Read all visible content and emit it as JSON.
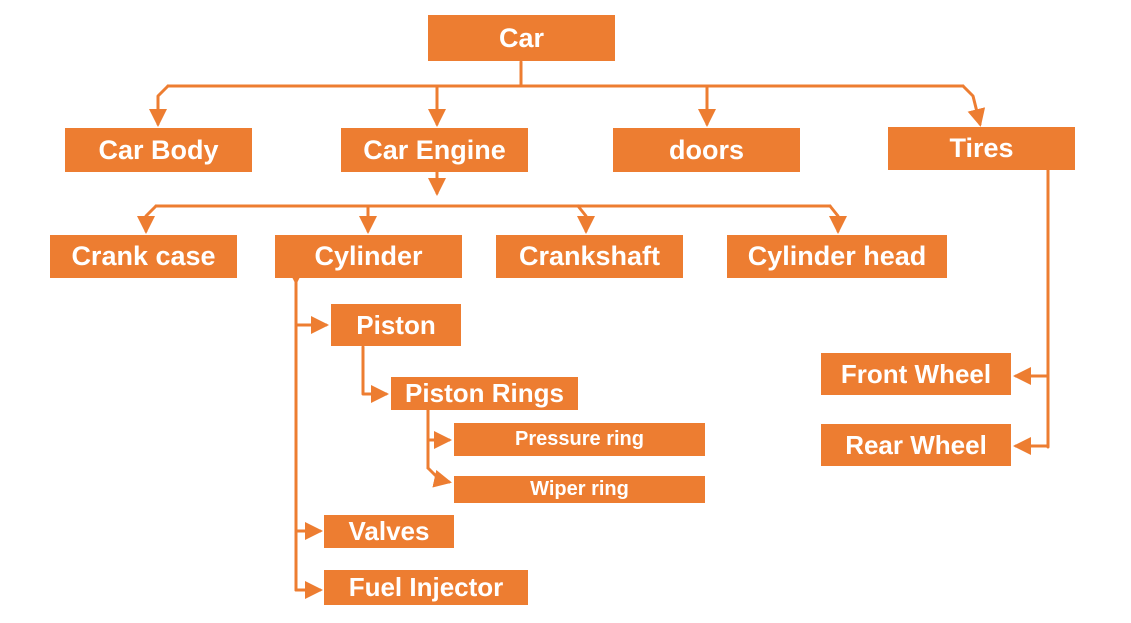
{
  "diagram": {
    "nodes": {
      "car": "Car",
      "car_body": "Car Body",
      "car_engine": "Car Engine",
      "doors": "doors",
      "tires": "Tires",
      "crank_case": "Crank case",
      "cylinder": "Cylinder",
      "crankshaft": "Crankshaft",
      "cylinder_head": "Cylinder head",
      "piston": "Piston",
      "piston_rings": "Piston Rings",
      "pressure_ring": "Pressure ring",
      "wiper_ring": "Wiper ring",
      "valves": "Valves",
      "fuel_injector": "Fuel Injector",
      "front_wheel": "Front Wheel",
      "rear_wheel": "Rear Wheel"
    },
    "edges": [
      [
        "car",
        "car_body"
      ],
      [
        "car",
        "car_engine"
      ],
      [
        "car",
        "doors"
      ],
      [
        "car",
        "tires"
      ],
      [
        "car_engine",
        "crank_case"
      ],
      [
        "car_engine",
        "cylinder"
      ],
      [
        "car_engine",
        "crankshaft"
      ],
      [
        "car_engine",
        "cylinder_head"
      ],
      [
        "cylinder",
        "piston"
      ],
      [
        "cylinder",
        "valves"
      ],
      [
        "cylinder",
        "fuel_injector"
      ],
      [
        "piston",
        "piston_rings"
      ],
      [
        "piston_rings",
        "pressure_ring"
      ],
      [
        "piston_rings",
        "wiper_ring"
      ],
      [
        "tires",
        "front_wheel"
      ],
      [
        "tires",
        "rear_wheel"
      ]
    ],
    "colors": {
      "node_fill": "#ED7D31",
      "connector": "#ED7D31",
      "text": "#FFFFFF"
    }
  }
}
